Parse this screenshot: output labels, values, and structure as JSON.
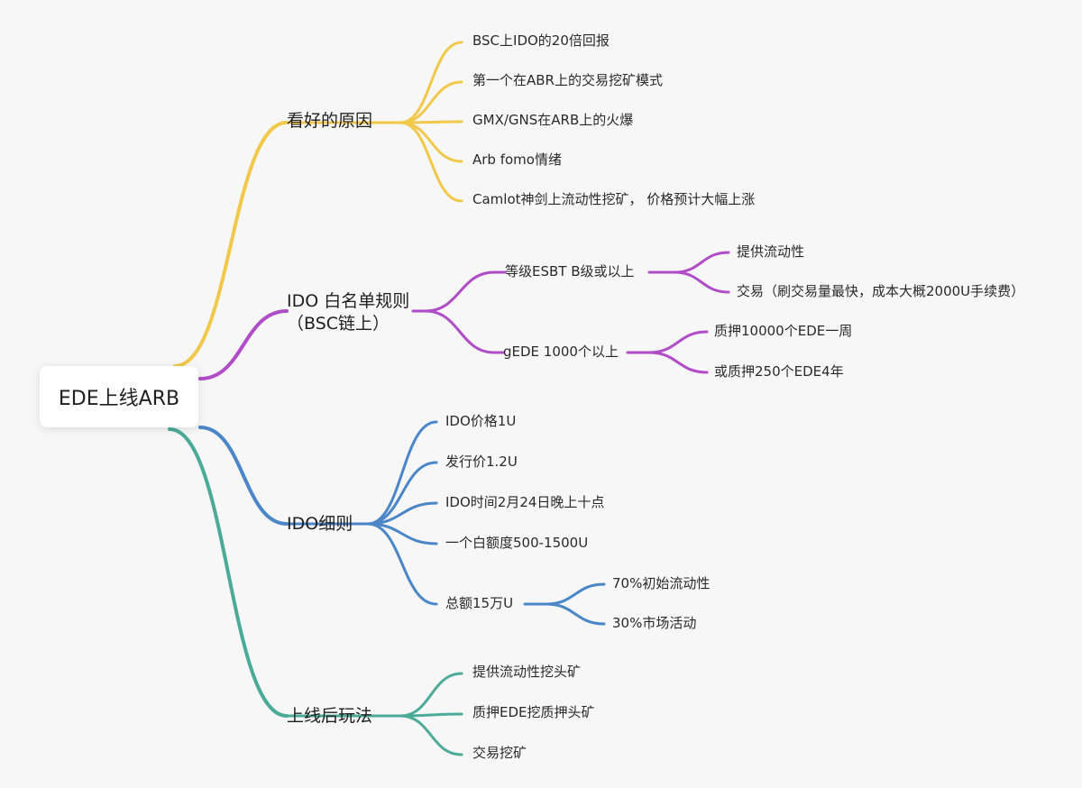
{
  "root": {
    "label": "EDE上线ARB"
  },
  "colors": {
    "yellow": "#f2c84b",
    "purple": "#b04cc8",
    "blue": "#4a86c8",
    "teal": "#4cab98"
  },
  "branches": {
    "reasons": {
      "label": "看好的原因",
      "children": [
        "BSC上IDO的20倍回报",
        "第一个在ABR上的交易挖矿模式",
        "GMX/GNS在ARB上的火爆",
        "Arb fomo情绪",
        "Camlot神剑上流动性挖矿， 价格预计大幅上涨"
      ]
    },
    "whitelist": {
      "label_line1": "IDO 白名单规则",
      "label_line2": "（BSC链上）",
      "tiers": [
        {
          "label": "等级ESBT B级或以上",
          "children": [
            "提供流动性",
            "交易（刷交易量最快，成本大概2000U手续费）"
          ]
        },
        {
          "label": "gEDE 1000个以上",
          "children": [
            "质押10000个EDE一周",
            "或质押250个EDE4年"
          ]
        }
      ]
    },
    "details": {
      "label": "IDO细则",
      "children": [
        "IDO价格1U",
        "发行价1.2U",
        "IDO时间2月24日晚上十点",
        "一个白额度500-1500U"
      ],
      "total": {
        "label": "总额15万U",
        "children": [
          "70%初始流动性",
          "30%市场活动"
        ]
      }
    },
    "play": {
      "label": "上线后玩法",
      "children": [
        "提供流动性挖头矿",
        "质押EDE挖质押头矿",
        "交易挖矿"
      ]
    }
  }
}
